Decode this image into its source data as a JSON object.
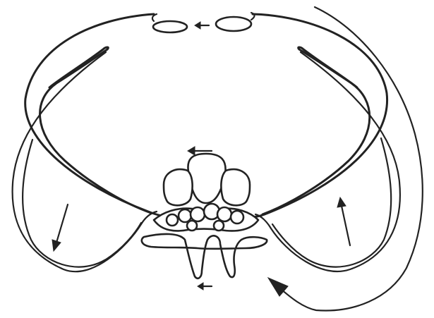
{
  "figure": {
    "subject": "rib-cage-cross-section-motion",
    "background_color": "#ffffff",
    "line_color": "#222222"
  },
  "arrows": [
    {
      "id": "sternum-arrow",
      "direction": "left"
    },
    {
      "id": "vertebra-top-arrow",
      "direction": "left"
    },
    {
      "id": "vertebra-bottom-arrow",
      "direction": "left"
    },
    {
      "id": "left-lateral-arrow",
      "direction": "down"
    },
    {
      "id": "right-lateral-arrow",
      "direction": "up"
    },
    {
      "id": "right-outer-sweep-arrow",
      "direction": "clockwise"
    }
  ]
}
